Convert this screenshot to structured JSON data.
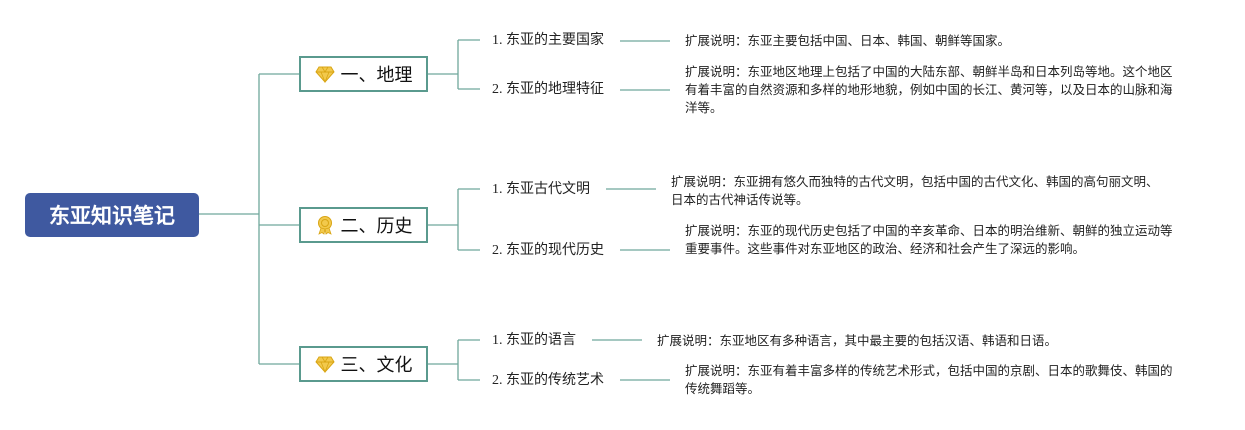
{
  "root": {
    "title": "东亚知识笔记"
  },
  "topics": [
    {
      "label": "一、地理",
      "icon": "diamond-icon",
      "subs": [
        {
          "label": "1. 东亚的主要国家",
          "note": "扩展说明：东亚主要包括中国、日本、韩国、朝鲜等国家。"
        },
        {
          "label": "2. 东亚的地理特征",
          "note": "扩展说明：东亚地区地理上包括了中国的大陆东部、朝鲜半岛和日本列岛等地。这个地区有着丰富的自然资源和多样的地形地貌，例如中国的长江、黄河等，以及日本的山脉和海洋等。"
        }
      ]
    },
    {
      "label": "二、历史",
      "icon": "medal-icon",
      "subs": [
        {
          "label": "1. 东亚古代文明",
          "note": "扩展说明：东亚拥有悠久而独特的古代文明，包括中国的古代文化、韩国的高句丽文明、日本的古代神话传说等。"
        },
        {
          "label": "2. 东亚的现代历史",
          "note": "扩展说明：东亚的现代历史包括了中国的辛亥革命、日本的明治维新、朝鲜的独立运动等重要事件。这些事件对东亚地区的政治、经济和社会产生了深远的影响。"
        }
      ]
    },
    {
      "label": "三、文化",
      "icon": "diamond-icon",
      "subs": [
        {
          "label": "1. 东亚的语言",
          "note": "扩展说明：东亚地区有多种语言，其中最主要的包括汉语、韩语和日语。"
        },
        {
          "label": "2. 东亚的传统艺术",
          "note": "扩展说明：东亚有着丰富多样的传统艺术形式，包括中国的京剧、日本的歌舞伎、韩国的传统舞蹈等。"
        }
      ]
    }
  ],
  "colors": {
    "root_bg": "#3f59a0",
    "line": "#6fa89c",
    "topic_border": "#5a9a8e",
    "icon_gold": "#f2c94c"
  }
}
